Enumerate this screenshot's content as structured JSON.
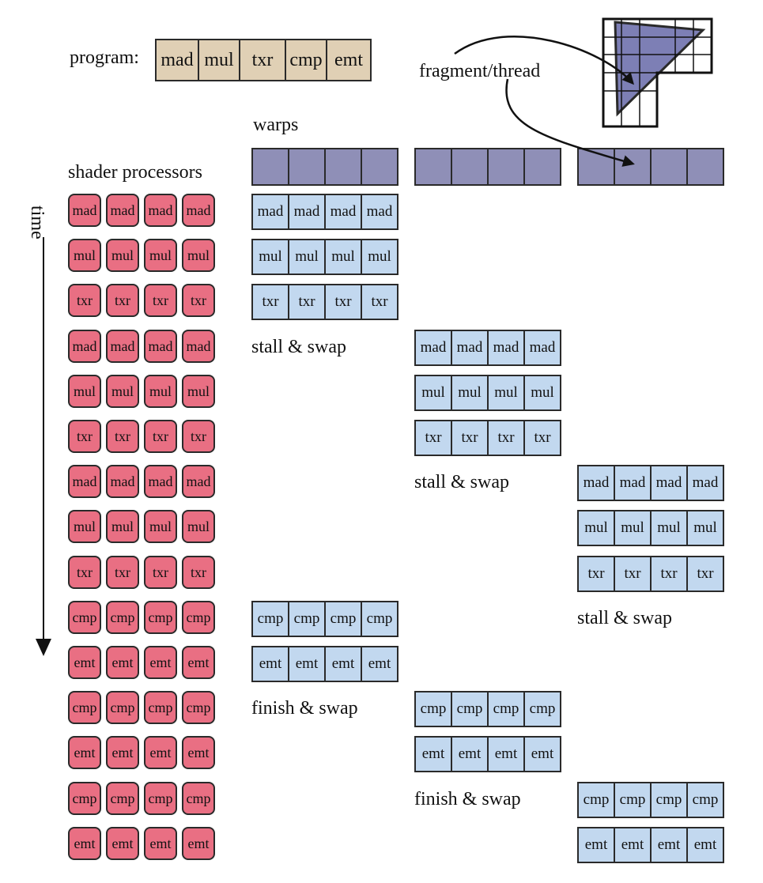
{
  "header": {
    "program_label": "program:",
    "program_ops": [
      "mad",
      "mul",
      "txr",
      "cmp",
      "emt"
    ],
    "fragment_label": "fragment/thread",
    "warps_label": "warps",
    "shader_processors_label": "shader processors",
    "time_label": "time"
  },
  "shader_rows": [
    "mad",
    "mul",
    "txr",
    "mad",
    "mul",
    "txr",
    "mad",
    "mul",
    "txr",
    "cmp",
    "emt",
    "cmp",
    "emt",
    "cmp",
    "emt"
  ],
  "warp_rows": [
    [
      "mad",
      "",
      ""
    ],
    [
      "mul",
      "",
      ""
    ],
    [
      "txr",
      "",
      ""
    ],
    [
      "",
      "mad",
      ""
    ],
    [
      "",
      "mul",
      ""
    ],
    [
      "",
      "txr",
      ""
    ],
    [
      "",
      "",
      "mad"
    ],
    [
      "",
      "",
      "mul"
    ],
    [
      "",
      "",
      "txr"
    ],
    [
      "cmp",
      "",
      ""
    ],
    [
      "emt",
      "",
      ""
    ],
    [
      "",
      "cmp",
      ""
    ],
    [
      "",
      "emt",
      ""
    ],
    [
      "",
      "",
      "cmp"
    ],
    [
      "",
      "",
      "emt"
    ]
  ],
  "events": [
    {
      "text": "stall & swap",
      "row": 3,
      "warp": 0
    },
    {
      "text": "stall & swap",
      "row": 6,
      "warp": 1
    },
    {
      "text": "stall & swap",
      "row": 9,
      "warp": 2
    },
    {
      "text": "finish & swap",
      "row": 11,
      "warp": 0
    },
    {
      "text": "finish & swap",
      "row": 13,
      "warp": 1
    }
  ],
  "colors": {
    "program_fill": "#e0d0b5",
    "shader_fill": "#e96f83",
    "warp_fill": "#8f8fb7",
    "instruction_fill": "#c2d8ef",
    "triangle_fill": "#7d7fb5",
    "stroke": "#2a2a2a"
  }
}
